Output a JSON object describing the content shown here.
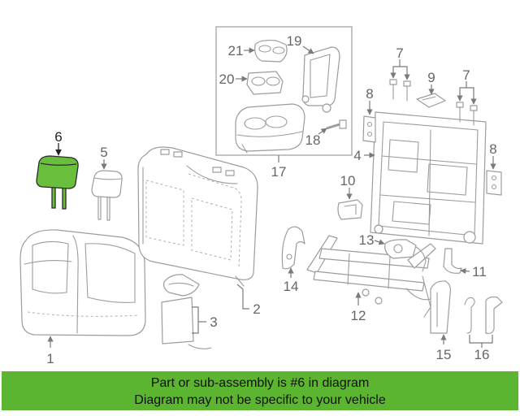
{
  "colors": {
    "highlight": "#69BE3C",
    "banner": "#5CB531",
    "line_art": "#9C9C9C"
  },
  "callouts": {
    "p1": "1",
    "p2": "2",
    "p3": "3",
    "p4": "4",
    "p5": "5",
    "p6": "6",
    "p7a": "7",
    "p7b": "7",
    "p8a": "8",
    "p8b": "8",
    "p9": "9",
    "p10": "10",
    "p11": "11",
    "p12": "12",
    "p13": "13",
    "p14": "14",
    "p15": "15",
    "p16": "16",
    "p17": "17",
    "p18": "18",
    "p19": "19",
    "p20": "20",
    "p21": "21"
  },
  "banner": {
    "line1": "Part or sub-assembly is #6 in diagram",
    "line2": "Diagram may not be specific to your vehicle"
  }
}
